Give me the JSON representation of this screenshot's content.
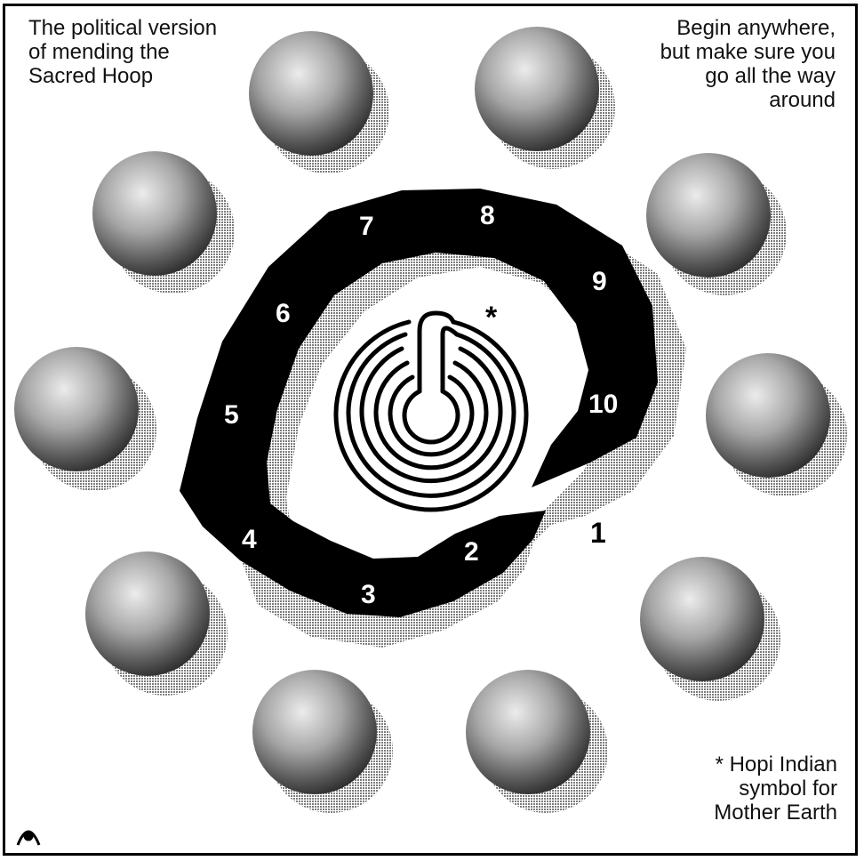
{
  "top_left_text": [
    "The political version",
    "of mending the",
    "Sacred Hoop"
  ],
  "top_right_text": [
    "Begin anywhere,",
    "but make sure you",
    "go all the way",
    "around"
  ],
  "bottom_right_note": [
    "* Hopi Indian",
    "symbol for",
    "Mother Earth"
  ],
  "asterisk": "*",
  "hoop_numbers": [
    "1",
    "2",
    "3",
    "4",
    "5",
    "6",
    "7",
    "8",
    "9",
    "10"
  ],
  "sphere_count": 10,
  "colors": {
    "hoop": "#000000",
    "shadow": "#9a9a9a",
    "sphere_light": "#e6e6e6",
    "sphere_dark": "#3a3a3a"
  },
  "icons": [
    "publisher-logo-icon",
    "labyrinth-icon"
  ]
}
